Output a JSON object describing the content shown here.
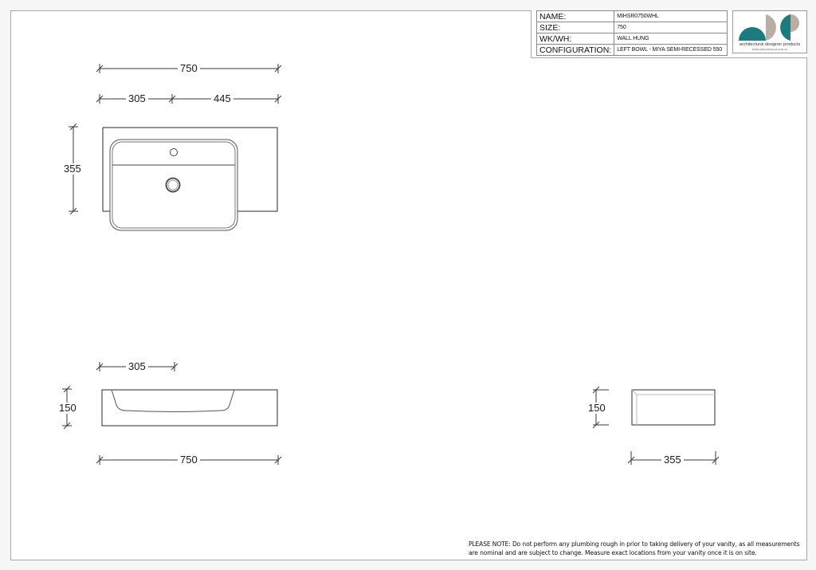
{
  "title_block": {
    "rows": [
      {
        "label": "NAME:",
        "value": "MIHSR0750WHL"
      },
      {
        "label": "SIZE:",
        "value": "750"
      },
      {
        "label": "WK/WH:",
        "value": "WALL HUNG"
      },
      {
        "label": "CONFIGURATION:",
        "value": "LEFT BOWL - MIYA SEMI-RECESSED 550"
      }
    ]
  },
  "logo": {
    "caption": "architectural designer products",
    "url": "WWW.ADPAUSTRALIA.COM.AU",
    "colors": {
      "teal": "#1b7b7f",
      "taupe": "#b8aea4"
    }
  },
  "plan_view": {
    "overall_width": "750",
    "bowl_offset": "305",
    "remaining_width": "445",
    "depth": "355"
  },
  "front_view": {
    "bowl_offset": "305",
    "height": "150",
    "overall_width": "750"
  },
  "side_view": {
    "height": "150",
    "depth": "355"
  },
  "footer": {
    "note": "PLEASE NOTE: Do not perform any plumbing rough in prior to taking delivery of your vanity, as all measurements are nominal and are subject to change. Measure exact locations from your vanity once it is on site."
  }
}
